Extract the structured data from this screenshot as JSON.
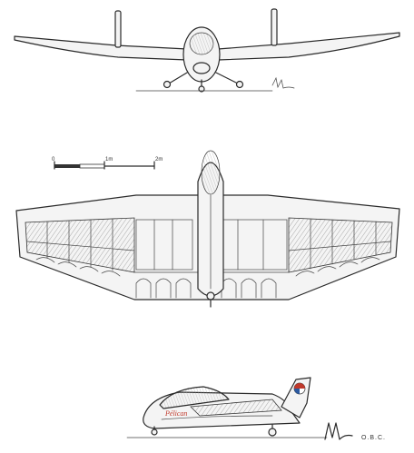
{
  "scale_bar": {
    "label_start": "0",
    "label_mid": "1m",
    "label_end": "2m"
  },
  "side_view": {
    "fuselage_text": "Pélican"
  },
  "credit": {
    "initials": "O.B.C."
  },
  "colors": {
    "ink": "#2a2a2a",
    "accent_red": "#c0392b",
    "accent_blue": "#2c5aa0"
  }
}
